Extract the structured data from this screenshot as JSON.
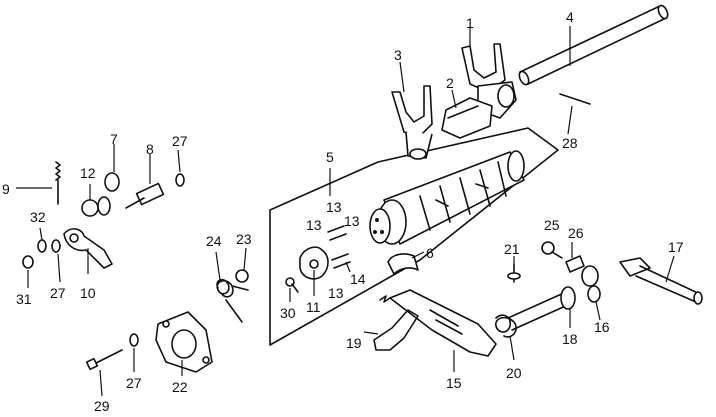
{
  "diagram": {
    "labels": [
      "1",
      "2",
      "3",
      "4",
      "5",
      "6",
      "7",
      "8",
      "9",
      "10",
      "11",
      "12",
      "13",
      "13",
      "13",
      "13",
      "14",
      "15",
      "16",
      "17",
      "18",
      "19",
      "20",
      "21",
      "22",
      "23",
      "24",
      "25",
      "26",
      "27",
      "27",
      "27",
      "28",
      "29",
      "30",
      "31",
      "32"
    ]
  }
}
